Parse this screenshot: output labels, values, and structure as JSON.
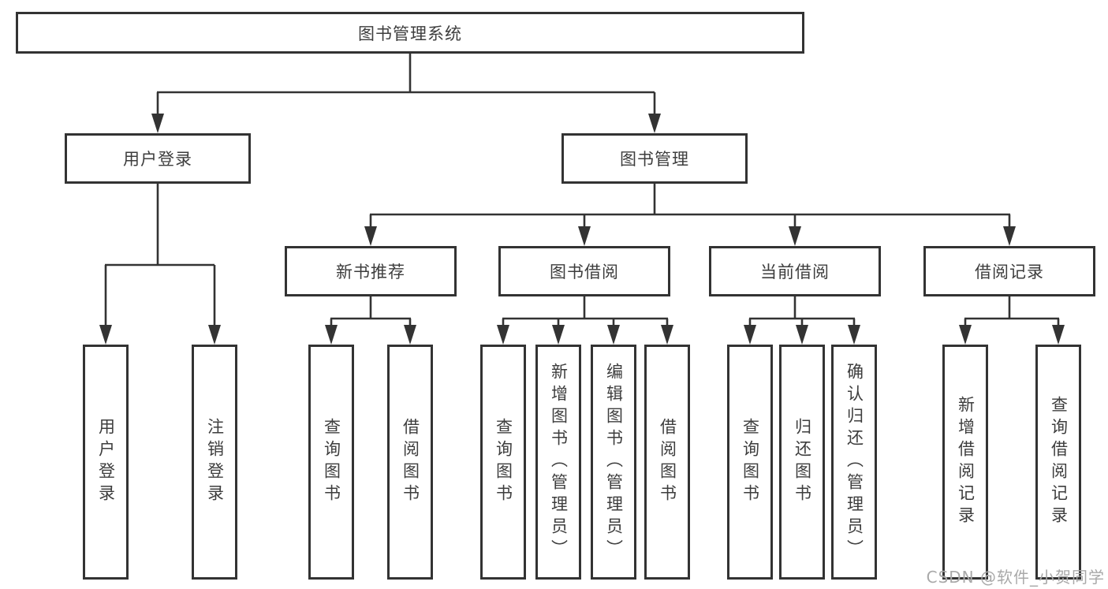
{
  "page": {
    "background": "#ffffff"
  },
  "colors": {
    "line": "#333333",
    "box_border": "#333333",
    "text": "#3d3d3d",
    "watermark": "#a9a9a9"
  },
  "watermark": {
    "text": "CSDN @软件_小贺同学"
  },
  "tree": {
    "root": {
      "label": "图书管理系统"
    },
    "level2": [
      {
        "id": "user-login",
        "label": "用户登录",
        "parent": "root"
      },
      {
        "id": "book-management",
        "label": "图书管理",
        "parent": "root"
      }
    ],
    "level3": [
      {
        "id": "new-book-recommend",
        "label": "新书推荐",
        "parent": "book-management"
      },
      {
        "id": "book-borrow",
        "label": "图书借阅",
        "parent": "book-management"
      },
      {
        "id": "current-borrow",
        "label": "当前借阅",
        "parent": "book-management"
      },
      {
        "id": "borrow-records",
        "label": "借阅记录",
        "parent": "book-management"
      }
    ],
    "leaves": [
      {
        "id": "leaf-user-login",
        "label": "用户登录",
        "parent": "user-login"
      },
      {
        "id": "leaf-logout",
        "label": "注销登录",
        "parent": "user-login"
      },
      {
        "id": "leaf-query-book-recommend",
        "label": "查询图书",
        "parent": "new-book-recommend"
      },
      {
        "id": "leaf-borrow-book-recommend",
        "label": "借阅图书",
        "parent": "new-book-recommend"
      },
      {
        "id": "leaf-query-book-borrow",
        "label": "查询图书",
        "parent": "book-borrow"
      },
      {
        "id": "leaf-add-book-admin",
        "label": "新增图书（管理员）",
        "parent": "book-borrow"
      },
      {
        "id": "leaf-edit-book-admin",
        "label": "编辑图书（管理员）",
        "parent": "book-borrow"
      },
      {
        "id": "leaf-borrow-book",
        "label": "借阅图书",
        "parent": "book-borrow"
      },
      {
        "id": "leaf-query-book-current",
        "label": "查询图书",
        "parent": "current-borrow"
      },
      {
        "id": "leaf-return-book",
        "label": "归还图书",
        "parent": "current-borrow"
      },
      {
        "id": "leaf-confirm-return-admin",
        "label": "确认归还（管理员）",
        "parent": "current-borrow"
      },
      {
        "id": "leaf-add-borrow-record",
        "label": "新增借阅记录",
        "parent": "borrow-records"
      },
      {
        "id": "leaf-query-borrow-record",
        "label": "查询借阅记录",
        "parent": "borrow-records"
      }
    ]
  }
}
